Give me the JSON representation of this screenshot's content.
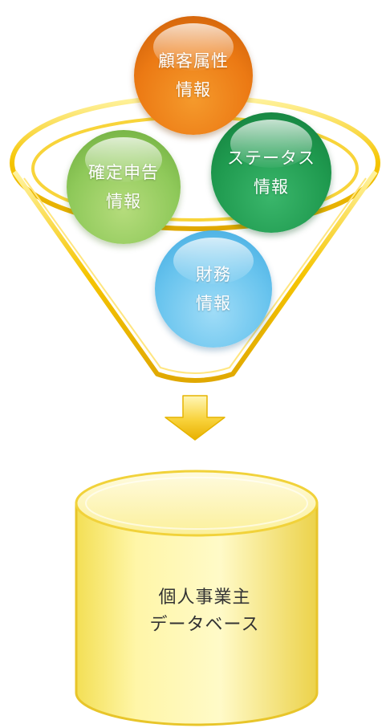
{
  "nodes": {
    "customer": {
      "line1": "顧客属性",
      "line2": "情報",
      "color": "#ec7a14"
    },
    "tax": {
      "line1": "確定申告",
      "line2": "情報",
      "color": "#8fc95a"
    },
    "status": {
      "line1": "ステータス",
      "line2": "情報",
      "color": "#1f9a4f"
    },
    "finance": {
      "line1": "財務",
      "line2": "情報",
      "color": "#69c4ee"
    }
  },
  "database": {
    "line1": "個人事業主",
    "line2": "データベース",
    "color": "#fdf39a"
  },
  "funnel_color": "#f5c400",
  "arrow_color": "#f2c200"
}
